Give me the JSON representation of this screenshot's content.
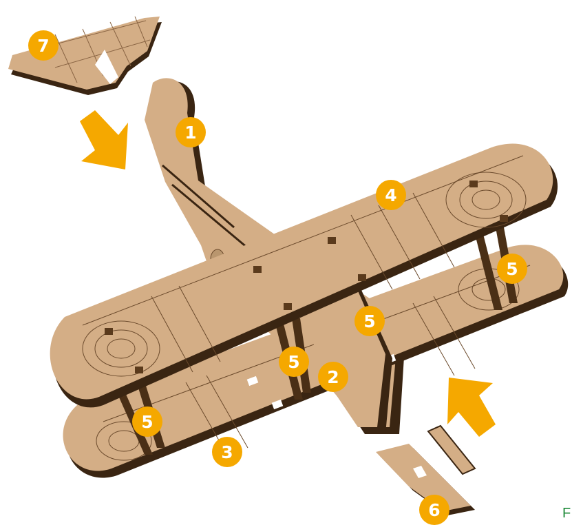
{
  "diagram": {
    "badges": {
      "b7": "7",
      "b1": "1",
      "b4": "4",
      "b5_right": "5",
      "b5_center": "5",
      "b5_mid": "5",
      "b2": "2",
      "b5_left": "5",
      "b3": "3",
      "b6": "6"
    },
    "corner_text": "F"
  },
  "colors": {
    "wood": "#d4ae86",
    "wood_shadow": "#3a2512",
    "line": "#6b4a2c",
    "slot": "#5a3a1c",
    "badge": "#f5a800",
    "arrow": "#f5a800",
    "corner_text": "#1f8a3a"
  }
}
